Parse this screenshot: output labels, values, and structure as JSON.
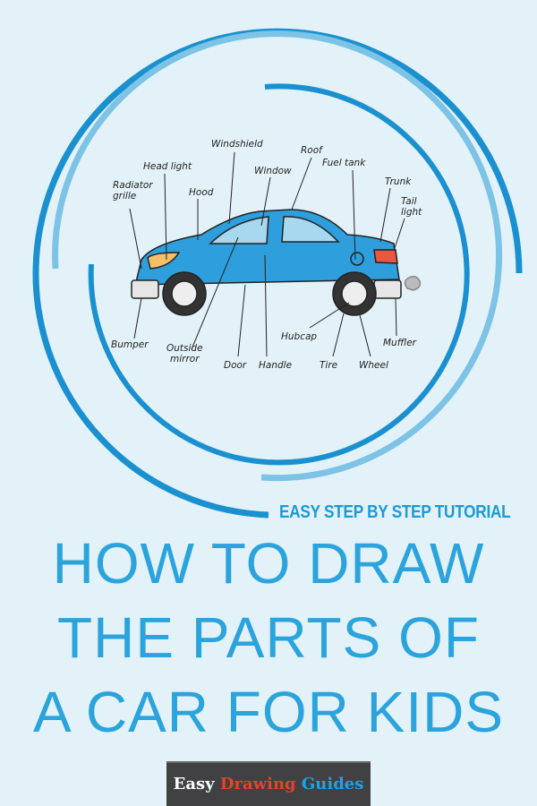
{
  "diagram": {
    "labels": {
      "windshield": "Windshield",
      "roof": "Roof",
      "head_light": "Head light",
      "window": "Window",
      "fuel_tank": "Fuel tank",
      "trunk": "Trunk",
      "radiator_grille": "Radiator\ngrille",
      "hood": "Hood",
      "tail_light": "Tail\nlight",
      "bumper": "Bumper",
      "outside_mirror": "Outside\nmirror",
      "door": "Door",
      "handle": "Handle",
      "hubcap": "Hubcap",
      "tire": "Tire",
      "wheel": "Wheel",
      "muffler": "Muffler"
    },
    "colors": {
      "car_body": "#2e9fdc",
      "arc_dark": "#1a90d0",
      "arc_light": "#7cc3e6"
    }
  },
  "subtitle": "EASY STEP BY STEP TUTORIAL",
  "title": {
    "line1": "HOW TO DRAW",
    "line2": "THE PARTS OF",
    "line3": "A CAR FOR KIDS"
  },
  "brand": {
    "easy": "Easy",
    "drawing": "Drawing",
    "guides": "Guides"
  }
}
